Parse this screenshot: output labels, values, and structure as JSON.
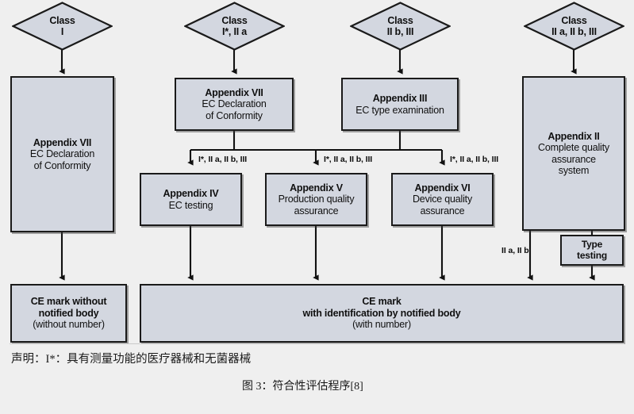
{
  "figure": {
    "background": "#efefef",
    "node_fill": "#d3d7e0",
    "node_border": "#1a1a1a",
    "legend_note": "声明：I*：具有测量功能的医疗器械和无菌器械",
    "caption": "图 3：符合性评估程序[8]"
  },
  "diamonds": [
    {
      "line1": "Class",
      "line2": "I"
    },
    {
      "line1": "Class",
      "line2": "I*, II a"
    },
    {
      "line1": "Class",
      "line2": "II b, III"
    },
    {
      "line1": "Class",
      "line2": "II a, II b, III"
    }
  ],
  "nodes": {
    "appendix_vii_left": {
      "title": "Appendix VII",
      "sub1": "EC Declaration",
      "sub2": "of Conformity"
    },
    "appendix_vii_top": {
      "title": "Appendix VII",
      "sub1": "EC Declaration",
      "sub2": "of Conformity"
    },
    "appendix_iii": {
      "title": "Appendix III",
      "sub1": "EC type examination",
      "sub2": ""
    },
    "appendix_ii": {
      "title": "Appendix II",
      "sub1": "Complete quality",
      "sub2": "assurance",
      "sub3": "system"
    },
    "appendix_iv": {
      "title": "Appendix IV",
      "sub1": "EC testing",
      "sub2": ""
    },
    "appendix_v": {
      "title": "Appendix V",
      "sub1": "Production quality",
      "sub2": "assurance"
    },
    "appendix_vi": {
      "title": "Appendix VI",
      "sub1": "Device quality",
      "sub2": "assurance"
    },
    "type_testing": {
      "title": "Type",
      "sub1": "testing",
      "sub2": ""
    },
    "ce_without": {
      "title1": "CE mark without",
      "title2": "notified body",
      "sub": "(without number)"
    },
    "ce_with": {
      "title1": "CE mark",
      "title2": "with identification by notified body",
      "sub": "(with number)"
    }
  },
  "edge_labels": {
    "to_iv": "I*, II a, II b, III",
    "to_v": "I*, II a, II b, III",
    "to_vi": "I*, II a, II b, III",
    "ii_to_ce": "II a, II b"
  }
}
